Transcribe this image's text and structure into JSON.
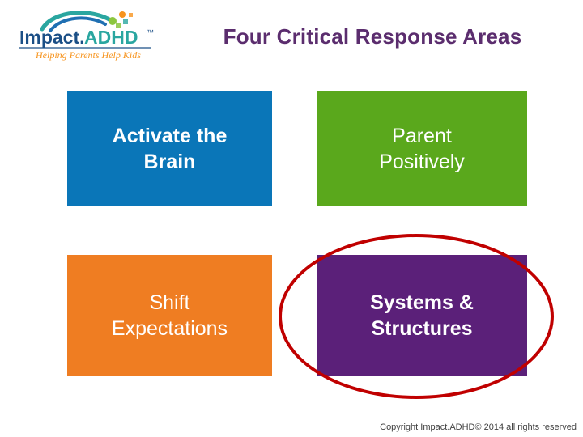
{
  "logo": {
    "name": "impact-adhd-logo",
    "brand_primary": "Impact",
    "brand_secondary": "ADHD",
    "trademark": "™",
    "tagline": "Helping Parents Help Kids",
    "colors": {
      "teal": "#2aa6a0",
      "blue": "#1f6fb2",
      "green": "#8cc63f",
      "orange": "#f7941e",
      "dark_blue": "#1b4f86"
    }
  },
  "header": {
    "title": "Four Critical Response Areas",
    "title_color": "#5b2d6e"
  },
  "boxes": [
    {
      "id": "activate-brain",
      "label": "Activate the\nBrain",
      "line1": "Activate the",
      "line2": "Brain",
      "color": "#0a76b8"
    },
    {
      "id": "parent-positively",
      "label": "Parent\nPositively",
      "line1": "Parent",
      "line2": "Positively",
      "color": "#5aa81c"
    },
    {
      "id": "shift-expectations",
      "label": "Shift\nExpectations",
      "line1": "Shift",
      "line2": "Expectations",
      "color": "#ef7d22"
    },
    {
      "id": "systems-structures",
      "label": "Systems &\nStructures",
      "line1": "Systems &",
      "line2": "Structures",
      "color": "#5b2079"
    }
  ],
  "highlight": {
    "name": "red-ellipse-highlight",
    "target": "systems-structures",
    "color": "#c00000"
  },
  "footer": {
    "copyright": "Copyright Impact.ADHD© 2014 all rights reserved"
  }
}
